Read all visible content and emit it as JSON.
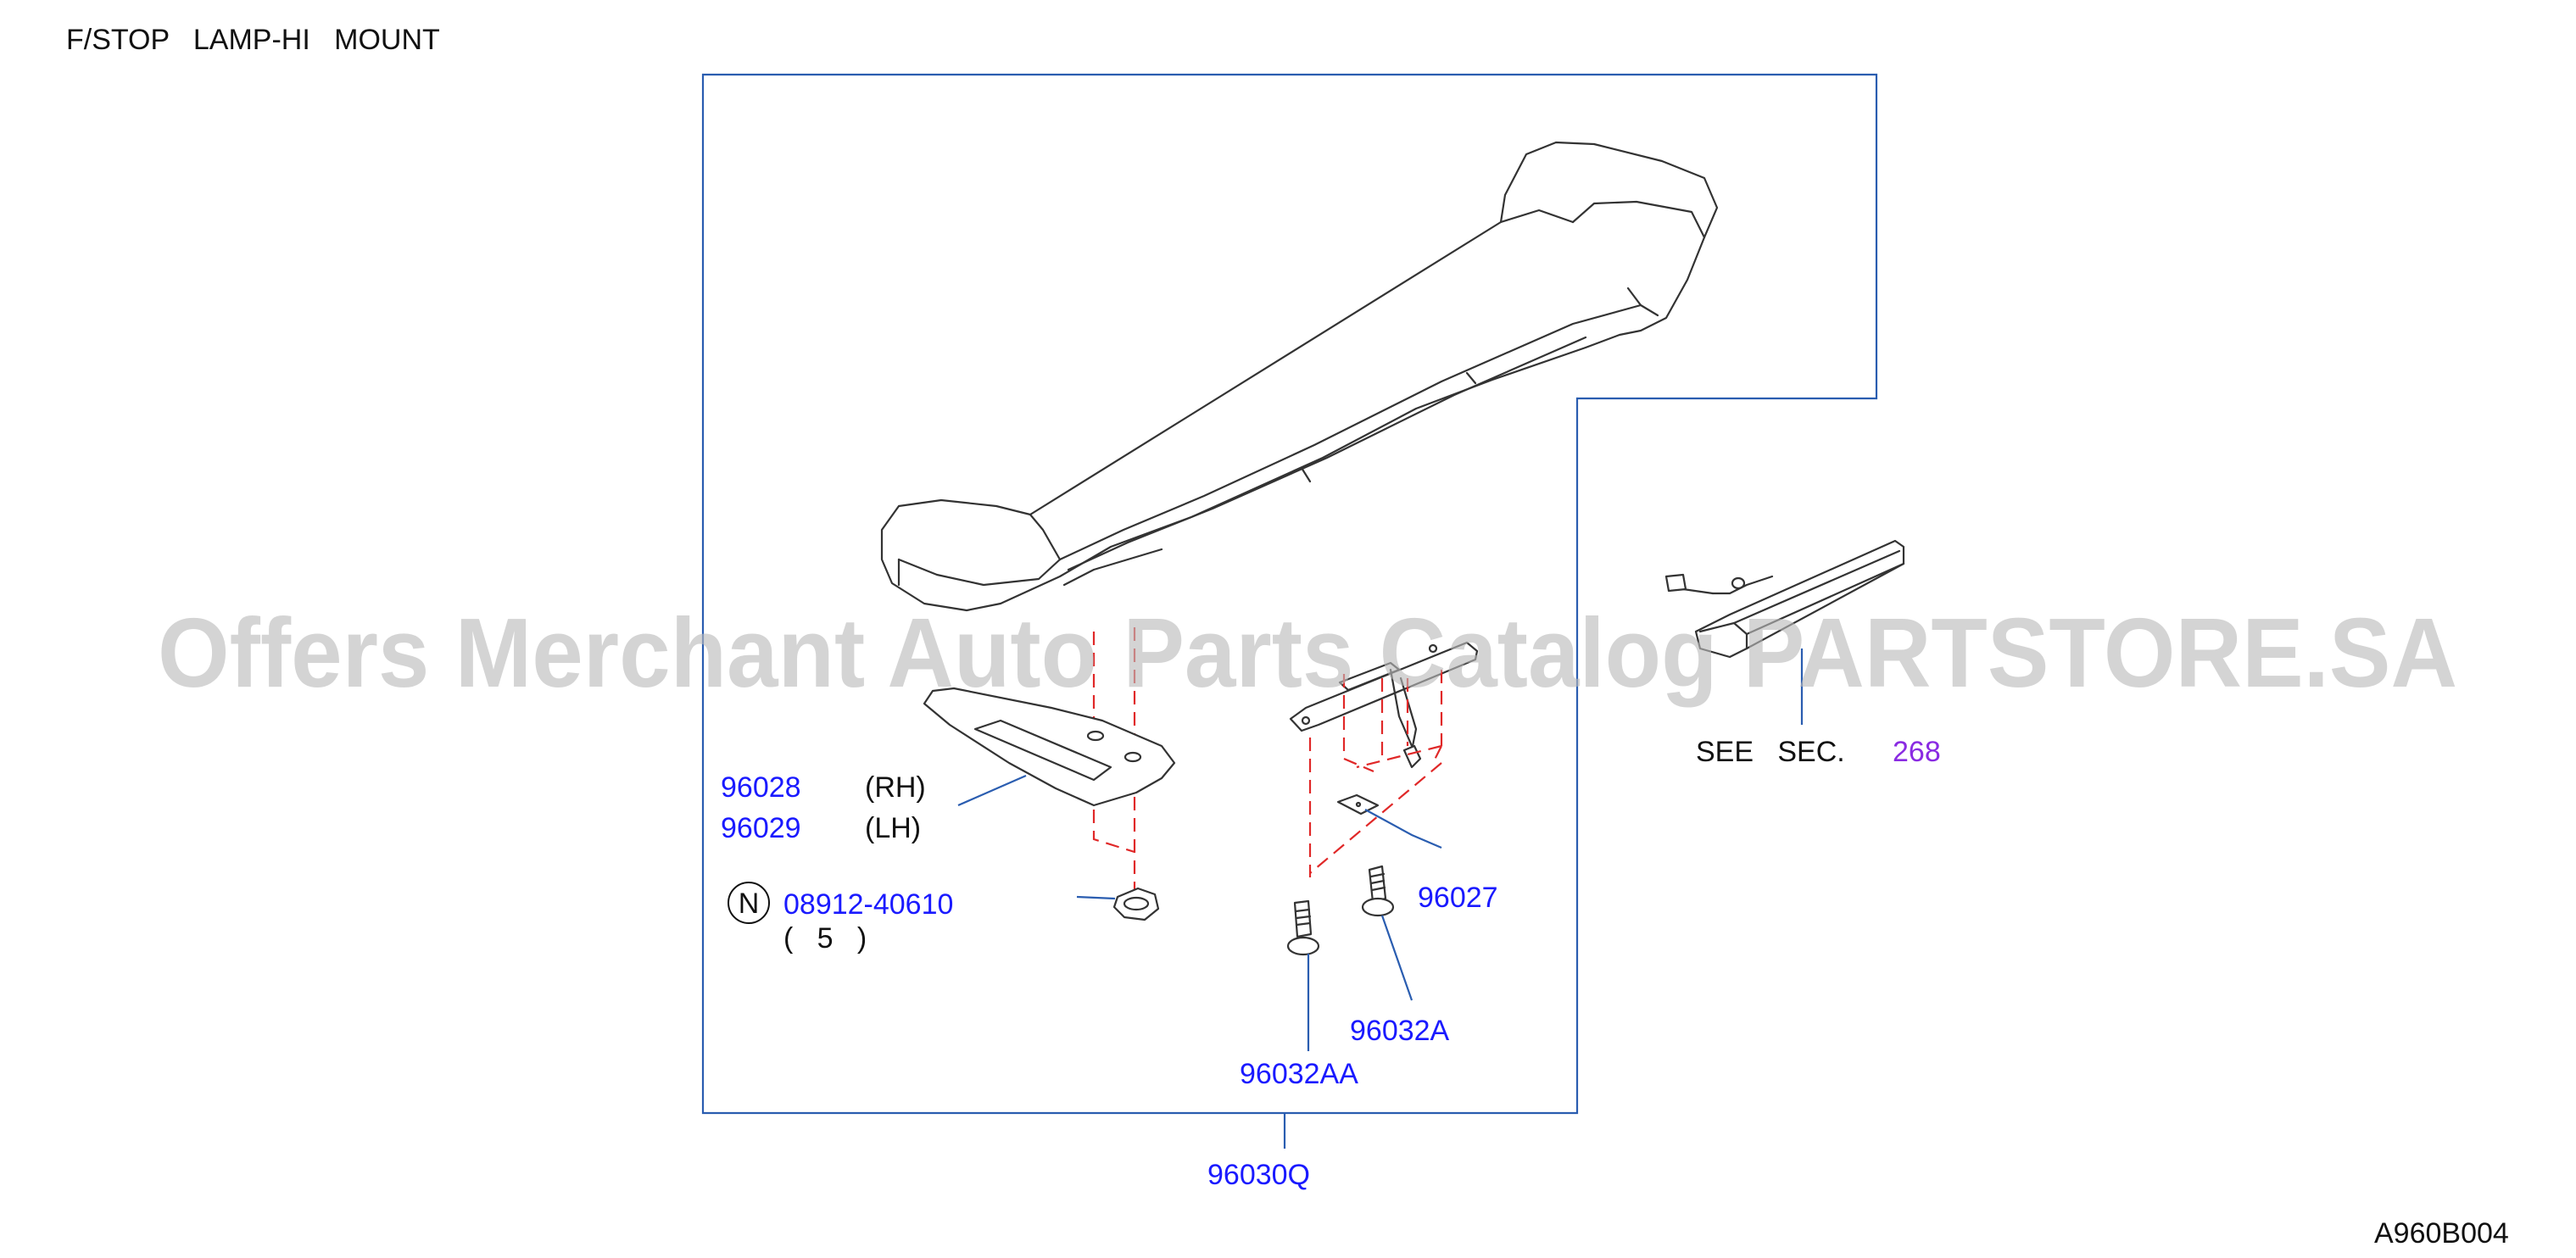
{
  "title": "F/STOP   LAMP-HI   MOUNT",
  "watermark": "Offers Merchant Auto Parts Catalog PARTSTORE.SA",
  "diagram_code": "A960B004",
  "see_section": {
    "prefix": "SEE   SEC.",
    "number": "268"
  },
  "parts": {
    "p96028": {
      "number": "96028",
      "side": "(RH)"
    },
    "p96029": {
      "number": "96029",
      "side": "(LH)"
    },
    "p08912": {
      "symbol": "N",
      "number": "08912-40610",
      "qty": "(   5   )"
    },
    "p96027": {
      "number": "96027"
    },
    "p96032A": {
      "number": "96032A"
    },
    "p96032AA": {
      "number": "96032AA"
    },
    "p96030Q": {
      "number": "96030Q"
    }
  },
  "colors": {
    "part_link": "#1a1aff",
    "section_link": "#8a2be2",
    "frame": "#2a5db0",
    "dashed": "#e02828",
    "watermark": "#b9b9b9"
  }
}
